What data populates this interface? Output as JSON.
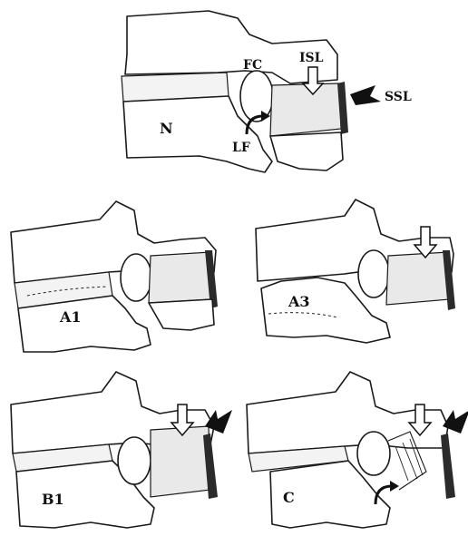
{
  "panels": [
    {
      "id": "N",
      "labels": {
        "main": "N",
        "fc": "FC",
        "isl": "ISL",
        "ssl": "SSL",
        "lf": "LF"
      }
    },
    {
      "id": "A1",
      "labels": {
        "main": "A1"
      }
    },
    {
      "id": "A3",
      "labels": {
        "main": "A3"
      }
    },
    {
      "id": "B1",
      "labels": {
        "main": "B1"
      }
    },
    {
      "id": "C",
      "labels": {
        "main": "C"
      }
    }
  ],
  "colors": {
    "ink": "#1a1a1a",
    "ligament_fill": "#e9e9e9",
    "ssl_fill": "#2b2b2b"
  }
}
